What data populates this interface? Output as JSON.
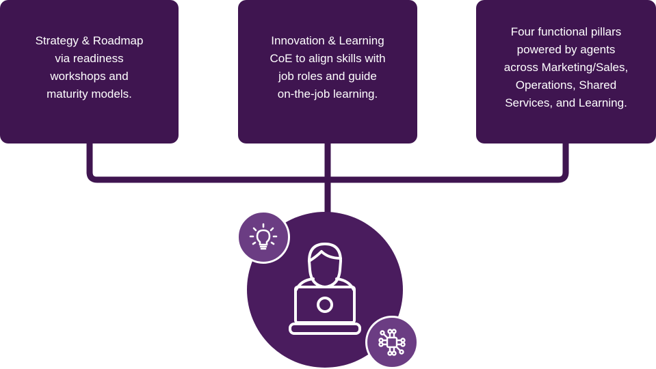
{
  "cards": [
    {
      "text": "Strategy & Roadmap\nvia readiness\nworkshops and\nmaturity models."
    },
    {
      "text": "Innovation & Learning\nCoE to align skills with\njob roles and guide\non-the-job learning."
    },
    {
      "text": "Four functional pillars\npowered by agents\nacross Marketing/Sales,\nOperations, Shared\nServices, and Learning."
    }
  ],
  "colors": {
    "card_bg": "#3f1550",
    "connector": "#3f1550",
    "hub": "#4a1c5e",
    "badge": "#6b3d83",
    "icon_line": "#ffffff"
  },
  "icons": [
    "lightbulb-icon",
    "user-at-laptop-icon",
    "chip-network-icon"
  ]
}
